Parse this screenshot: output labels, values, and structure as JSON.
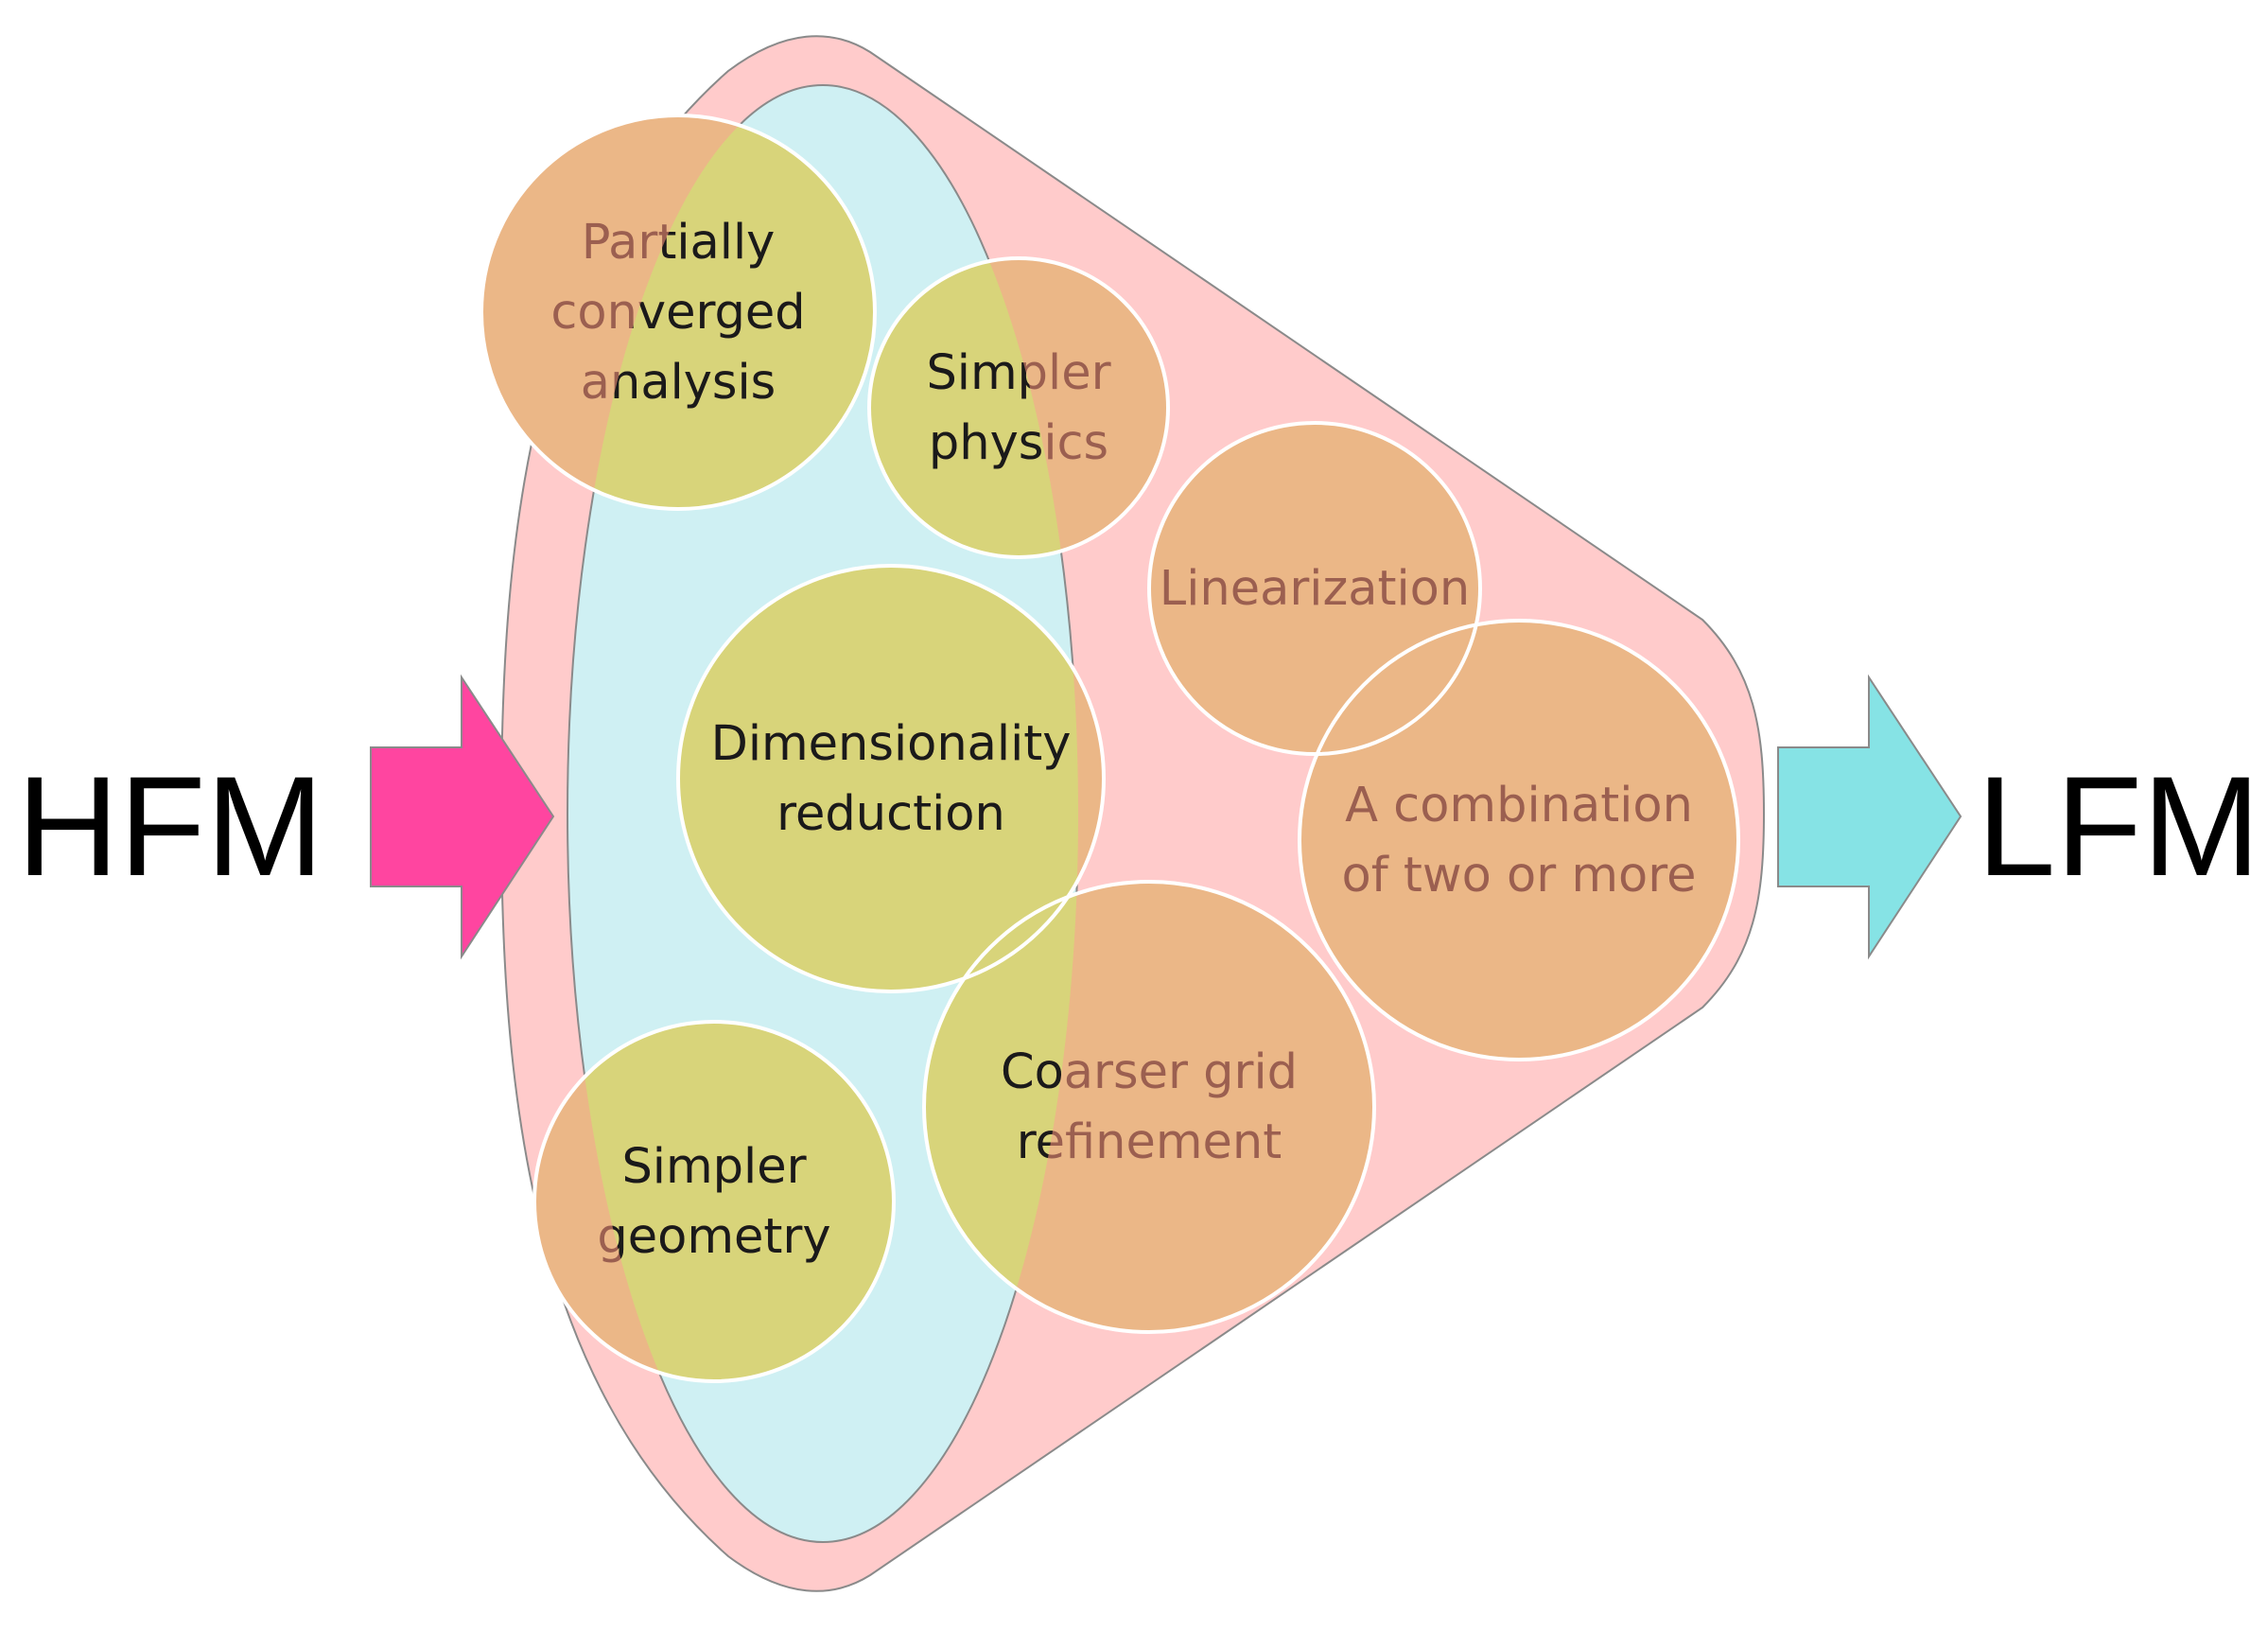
{
  "diagram": {
    "input_label": "HFM",
    "output_label": "LFM",
    "colors": {
      "funnel": "#ffcbcb",
      "funnel_stroke": "#8a8a8a",
      "ellipse": "#cff0f3",
      "input_arrow": "#ff45a0",
      "output_arrow": "#86e3e5",
      "olive_bubble": "#d8d47a",
      "orange_bubble": "#ebb787",
      "olive_text": "#1a1a1a",
      "orange_text": "#9b5f50"
    },
    "bubbles": [
      {
        "id": "partially-converged",
        "lines": [
          "Partially",
          "converged",
          "analysis"
        ]
      },
      {
        "id": "simpler-physics",
        "lines": [
          "Simpler",
          "physics"
        ]
      },
      {
        "id": "linearization",
        "lines": [
          "Linearization"
        ]
      },
      {
        "id": "dimensionality-reduction",
        "lines": [
          "Dimensionality",
          "reduction"
        ]
      },
      {
        "id": "combination",
        "lines": [
          "A combination",
          "of  two or more"
        ]
      },
      {
        "id": "coarser-grid",
        "lines": [
          "Coarser grid",
          "refinement"
        ]
      },
      {
        "id": "simpler-geometry",
        "lines": [
          "Simpler",
          "geometry"
        ]
      }
    ]
  }
}
